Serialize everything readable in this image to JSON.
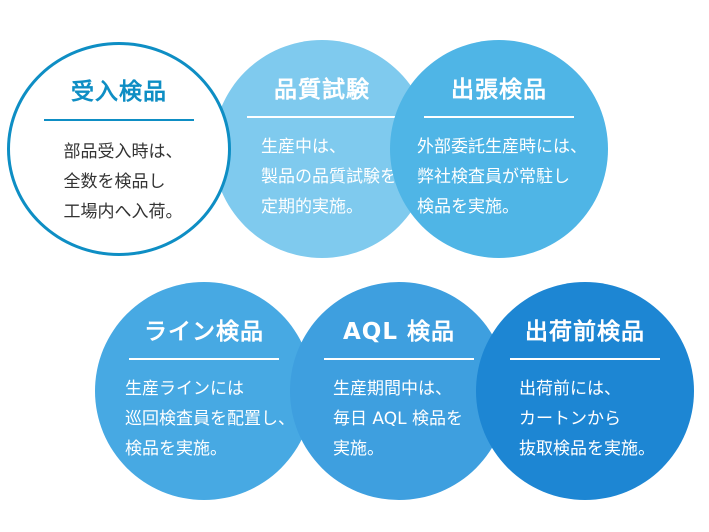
{
  "circles": [
    {
      "title": "受入検品",
      "lines": [
        "部品受入時は、",
        "全数を検品し",
        "工場内へ入荷。"
      ]
    },
    {
      "title": "品質試験",
      "lines": [
        "生産中は、",
        "製品の品質試験を",
        "定期的実施。"
      ]
    },
    {
      "title": "出張検品",
      "lines": [
        "外部委託生産時には、",
        "弊社検査員が常駐し",
        "検品を実施。"
      ]
    },
    {
      "title": "ライン検品",
      "lines": [
        "生産ラインには",
        "巡回検査員を配置し、",
        "検品を実施。"
      ]
    },
    {
      "title": "AQL 検品",
      "lines": [
        "生産期間中は、",
        "毎日 AQL 検品を",
        "実施。"
      ]
    },
    {
      "title": "出荷前検品",
      "lines": [
        "出荷前には、",
        "カートンから",
        "抜取検品を実施。"
      ]
    }
  ],
  "colors": {
    "outline_circle": "#0e8ec4",
    "circle_2": "#7fcaee",
    "circle_3": "#4fb5e6",
    "circle_4": "#47a9e3",
    "circle_5": "#3e9fdf",
    "circle_6": "#1d86d3"
  }
}
